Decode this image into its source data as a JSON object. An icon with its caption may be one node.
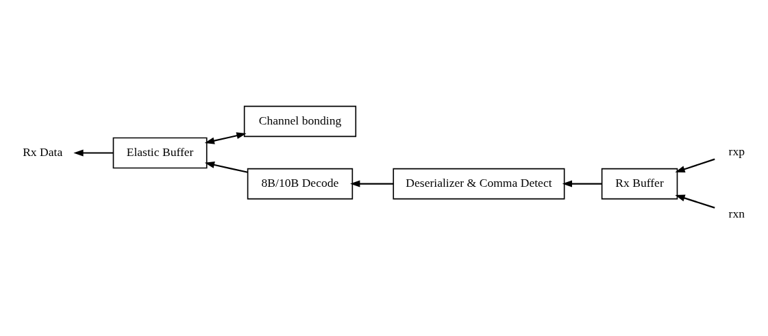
{
  "diagram": {
    "nodes": [
      {
        "text": [
          "Channel bonding"
        ]
      },
      {
        "text": [
          "rxp"
        ]
      },
      {
        "text": [
          "rxn"
        ]
      },
      {
        "text": [
          "Rx Buffer"
        ]
      },
      {
        "text": [
          "Elastic Buffer"
        ]
      },
      {
        "text": [
          "8B/10B Decode"
        ]
      },
      {
        "text": [
          "Deserializer & Comma Detect"
        ]
      },
      {
        "text": [
          "Rx Data"
        ]
      }
    ],
    "edges": [
      {
        "from": 1,
        "to": 3,
        "arrow": "to"
      },
      {
        "from": 2,
        "to": 3,
        "arrow": "to"
      },
      {
        "from": 0,
        "to": 4,
        "arrow": "both"
      },
      {
        "from": 3,
        "to": 6,
        "arrow": "to"
      },
      {
        "from": 6,
        "to": 5,
        "arrow": "to"
      },
      {
        "from": 5,
        "to": 4,
        "arrow": "to"
      },
      {
        "from": 4,
        "to": 7,
        "arrow": "to"
      }
    ]
  }
}
